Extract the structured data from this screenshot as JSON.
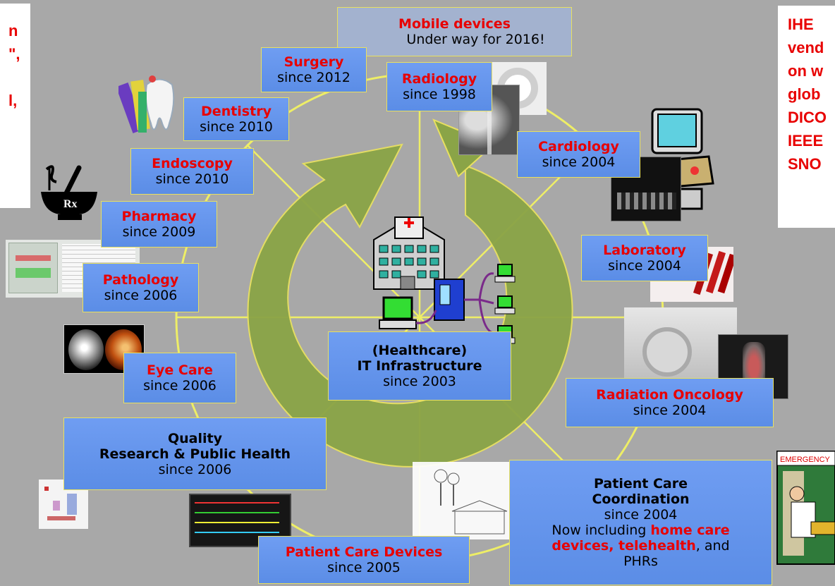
{
  "left_note": {
    "lines": [
      "n",
      "\",",
      "",
      "l,"
    ]
  },
  "right_note": {
    "lines": [
      "IHE",
      "vend",
      "on w",
      "glob",
      "DICO",
      "IEEE",
      "SNO"
    ]
  },
  "center": {
    "title": "(Healthcare)",
    "subtitle": "IT Infrastructure",
    "since": "since 2003"
  },
  "domains": {
    "mobile": {
      "title": "Mobile devices",
      "since": "Under way for 2016!"
    },
    "surgery": {
      "title": "Surgery",
      "since": "since 2012"
    },
    "radiology": {
      "title": "Radiology",
      "since": "since 1998"
    },
    "dentistry": {
      "title": "Dentistry",
      "since": "since 2010"
    },
    "cardiology": {
      "title": "Cardiology",
      "since": "since 2004"
    },
    "endoscopy": {
      "title": "Endoscopy",
      "since": "since 2010"
    },
    "pharmacy": {
      "title": "Pharmacy",
      "since": "since 2009"
    },
    "laboratory": {
      "title": "Laboratory",
      "since": "since 2004"
    },
    "pathology": {
      "title": "Pathology",
      "since": "since 2006"
    },
    "eyecare": {
      "title": "Eye Care",
      "since": "since 2006"
    },
    "radonc": {
      "title": "Radiation Oncology",
      "since": "since 2004"
    },
    "quality": {
      "title1": "Quality",
      "title2": "Research & Public Health",
      "since": "since 2006"
    },
    "pcc": {
      "title1": "Patient Care",
      "title2": "Coordination",
      "since": "since 2004",
      "now_prefix": "Now including ",
      "highlight1": "home care",
      "highlight2": "devices, telehealth",
      "suffix": ", and",
      "last": "PHRs"
    },
    "pcd": {
      "title": "Patient Care Devices",
      "since": "since 2005"
    }
  },
  "sign_text": "EMERGENCY",
  "rx_text": "Rx"
}
